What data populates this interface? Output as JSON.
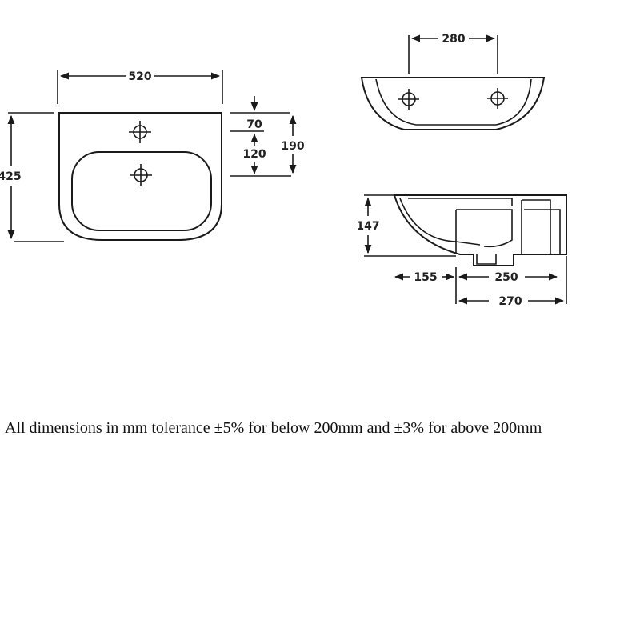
{
  "dimensions": {
    "front_width": "520",
    "front_height": "425",
    "tap_hole_offset": "70",
    "bowl_offset": "120",
    "bowl_depth_total": "190",
    "top_hole_spacing": "280",
    "side_height": "147",
    "side_front": "155",
    "side_mid": "250",
    "side_back": "270"
  },
  "note": "All dimensions in mm tolerance ±5% for below 200mm and ±3% for above 200mm",
  "colors": {
    "line": "#1a1a1a",
    "background": "#ffffff"
  }
}
